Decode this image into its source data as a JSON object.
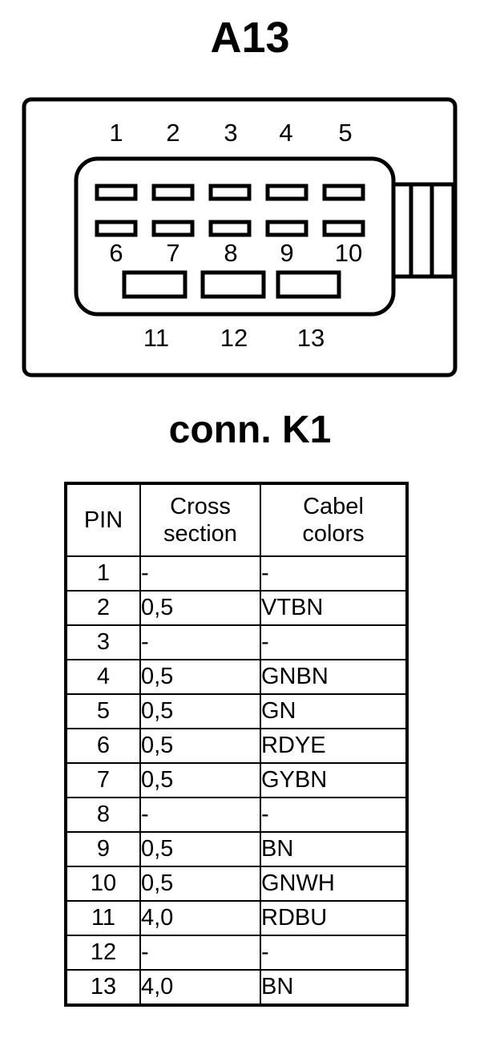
{
  "figure": {
    "title": "A13",
    "subtitle": "conn. K1",
    "connector_type": "13-way rectangular connector face view",
    "pin_labels_row_top": [
      "1",
      "2",
      "3",
      "4",
      "5"
    ],
    "pin_labels_row_middle": [
      "6",
      "7",
      "8",
      "9",
      "10"
    ],
    "pin_labels_row_bottom": [
      "11",
      "12",
      "13"
    ],
    "stroke_color": "#000000",
    "background_color": "#ffffff"
  },
  "table": {
    "columns": [
      "PIN",
      "Cross section",
      "Cabel colors"
    ],
    "header": {
      "pin": "PIN",
      "cross_section_line1": "Cross",
      "cross_section_line2": "section",
      "cabel_colors_line1": "Cabel",
      "cabel_colors_line2": "colors"
    },
    "rows": [
      {
        "pin": "1",
        "cross_section": "-",
        "cabel_colors": "-"
      },
      {
        "pin": "2",
        "cross_section": "0,5",
        "cabel_colors": "VTBN"
      },
      {
        "pin": "3",
        "cross_section": "-",
        "cabel_colors": "-"
      },
      {
        "pin": "4",
        "cross_section": "0,5",
        "cabel_colors": "GNBN"
      },
      {
        "pin": "5",
        "cross_section": "0,5",
        "cabel_colors": "GN"
      },
      {
        "pin": "6",
        "cross_section": "0,5",
        "cabel_colors": "RDYE"
      },
      {
        "pin": "7",
        "cross_section": "0,5",
        "cabel_colors": "GYBN"
      },
      {
        "pin": "8",
        "cross_section": "-",
        "cabel_colors": "-"
      },
      {
        "pin": "9",
        "cross_section": "0,5",
        "cabel_colors": "BN"
      },
      {
        "pin": "10",
        "cross_section": "0,5",
        "cabel_colors": "GNWH"
      },
      {
        "pin": "11",
        "cross_section": "4,0",
        "cabel_colors": "RDBU"
      },
      {
        "pin": "12",
        "cross_section": "-",
        "cabel_colors": "-"
      },
      {
        "pin": "13",
        "cross_section": "4,0",
        "cabel_colors": "BN"
      }
    ]
  }
}
